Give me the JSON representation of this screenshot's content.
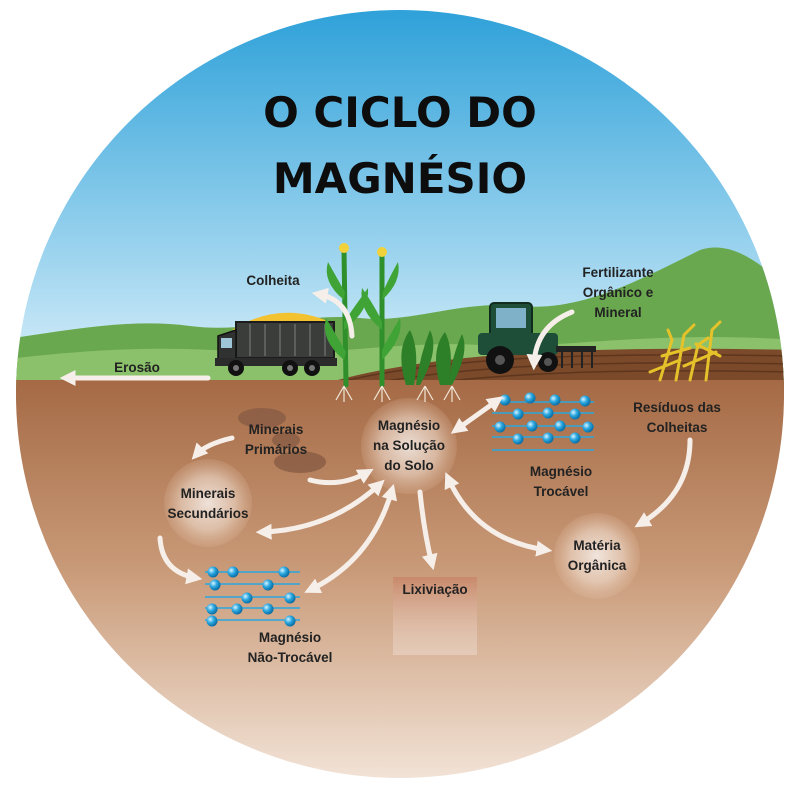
{
  "title": {
    "line1": "O CICLO DO",
    "line2": "MAGNÉSIO"
  },
  "labels": {
    "colheita": "Colheita",
    "erosao": "Erosão",
    "fertilizante_1": "Fertilizante",
    "fertilizante_2": "Orgânico e",
    "fertilizante_3": "Mineral",
    "residuos_1": "Resíduos das",
    "residuos_2": "Colheitas",
    "minerais_primarios_1": "Minerais",
    "minerais_primarios_2": "Primários",
    "solucao_1": "Magnésio",
    "solucao_2": "na Solução",
    "solucao_3": "do Solo",
    "trocavel_1": "Magnésio",
    "trocavel_2": "Trocável",
    "minerais_secundarios_1": "Minerais",
    "minerais_secundarios_2": "Secundários",
    "materia_1": "Matéria",
    "materia_2": "Orgânica",
    "lixiviacao": "Lixiviação",
    "nao_trocavel_1": "Magnésio",
    "nao_trocavel_2": "Não-Trocável"
  },
  "colors": {
    "sky_top": "#2a9fd8",
    "sky_bottom": "#dff2fb",
    "hills": "#6aa84f",
    "soil_top": "#a56a45",
    "soil_bottom": "#f3e3d6",
    "ions": "#2aa7e0",
    "arrows": "#f6efe9",
    "truck_cargo": "#f2c230",
    "machine": "#1e4d38"
  },
  "icons": {
    "truck": "truck-icon",
    "tractor": "tractor-icon",
    "corn": "corn-plant-icon",
    "residue": "crop-residue-icon",
    "ion_grid": "ion-lattice-icon"
  }
}
